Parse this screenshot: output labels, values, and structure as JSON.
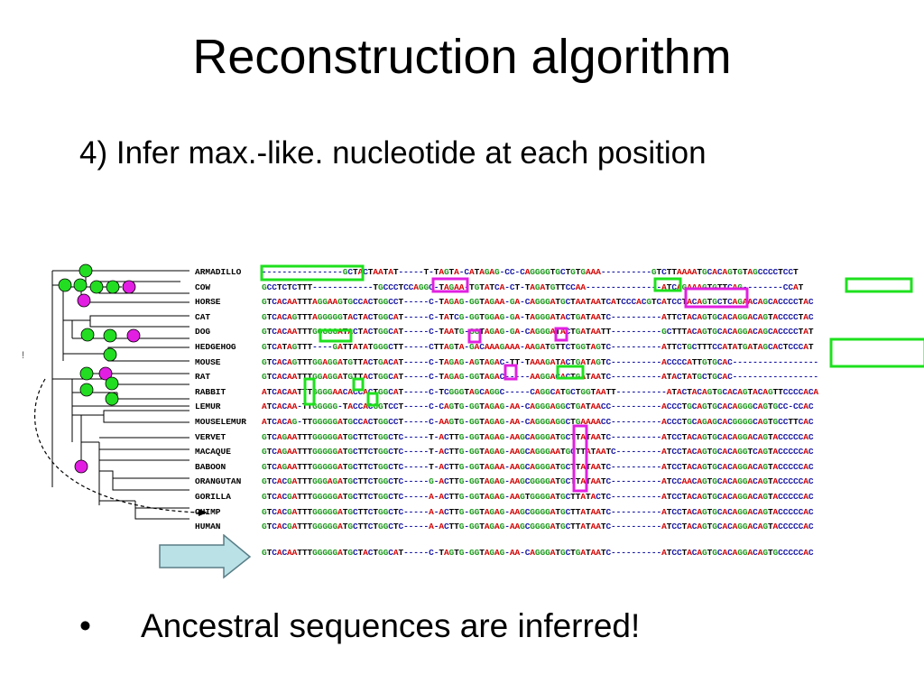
{
  "slide": {
    "title": "Reconstruction algorithm",
    "subtitle": "4) Infer max.-like. nucleotide at each position",
    "bullet_symbol": "•",
    "bullet_text": "Ancestral sequences are inferred!"
  },
  "alignment": {
    "rows": [
      {
        "name": "ARMADILLO",
        "seq": "----------------GCTACTAATAT-----T-TAGTA-CATAGAG-CC-CAGGGGTGCTGTGAAA----------GTCTTAAAATGCACAGTGTAGCCCCTCCT"
      },
      {
        "name": "COW",
        "seq": "GCCTCTCTTT------------TGCCCTCCAGGC-TAGAA-TGTATCA-CT-TAGATGTTCCAA---------------ATCAGAAAGTGTTCAG--------CCAT"
      },
      {
        "name": "HORSE",
        "seq": "GTCACAATTTAGGAAGTGCCACTGGCCT-----C-TAGAG-GGTAGAA-GA-CAGGGATGCTAATAATCATCCCACGTCATCCTACAGTGCTCAGAACAGCACCCCTAC"
      },
      {
        "name": "CAT",
        "seq": "GTCACAGTTTAGGGGGTACTACTGGCAT-----C-TATCG-GGTGGAG-GA-TAGGGATACTGATAATC----------ATTCTACAGTGCACAGGACAGTACCCCTAC"
      },
      {
        "name": "DOG",
        "seq": "GTCACAATTTGGGGGATACTACTGGCAT-----C-TAATG-GGTAGAG-GA-CAGGGATACTGATAATT----------GCTTTACAGTGCACAGGACAGCACCCCTAT"
      },
      {
        "name": "HEDGEHOG",
        "seq": "GTCATAGTTT----GATTATATGGGCTT-----CTTAGTA-GACAAAGAAA-AAGATGTTCTGGTAGTC----------ATTCTGCTTTCCATATGATAGCACTCCCAT"
      },
      {
        "name": "MOUSE",
        "seq": "GTCACAGTTTGGAGGATGTTACTGACAT-----C-TAGAG-AGTAGAC-TT-TAAAGATACTGATAGTC----------ACCCCATTGTGCAC-----------------"
      },
      {
        "name": "RAT",
        "seq": "GTCACAATTTGGAGGATGTTACTGGCAT-----C-TAGAG-GGTAGAC-----AAGGACACTGATAATC----------ATACTATGCTGCAC-----------------"
      },
      {
        "name": "RABBIT",
        "seq": "ATCACAATTTGGGGAACACCACTGGCAT-----C-TCGGGTAGCAGGC-----CAGGCATGCTGGTAATT----------ATACTACAGTGCACAGTACAGTTCCCCACA"
      },
      {
        "name": "LEMUR",
        "seq": "ATCACAA-TTGGGGG-TACCACGGTCCT-----C-CAGTG-GGTAGAG-AA-CAGGGAGGCTGATAACC----------ACCCTGCAGTGCACAGGGCAGTGCC-CCAC"
      },
      {
        "name": "MOUSELEMUR",
        "seq": "ATCACAG-TTGGGGGATGCCACTGGCCT-----C-AAGTG-GGTAGAG-AA-CAGGGAGGCTGAAAACC----------ACCCTGCAGAGCACGGGGCAGTGCCTTCAC"
      },
      {
        "name": "VERVET",
        "seq": "GTCAGAATTTGGGGGATGCTTCTGGCTC-----T-ACTTG-GGTAGAG-AAGCAGGGATGCTTATAATC----------ATCCTACAGTGCACAGGACAGTACCCCCAC"
      },
      {
        "name": "MACAQUE",
        "seq": "GTCAGAATTTGGGGGATGCTTCTGGCTC-----T-ACTTG-GGTAGAG-AAGCAGGGAATGCTTATAATC---------ATCCTACAGTGCACAGGTCAGTACCCCCAC"
      },
      {
        "name": "BABOON",
        "seq": "GTCAGAATTTGGGGGATGCTTCTGGCTC-----T-ACTTG-GGTAGAA-AAGCAGGGATGCTTATAATC----------ATCCTACAGTGCACAGGACAGTACCCCCAC"
      },
      {
        "name": "ORANGUTAN",
        "seq": "GTCACGATTTGGGAGATGCTTCTGGCTC-----G-ACTTG-GGTAGAG-AAGCGGGGATGCTTATAATC----------ATCCAACAGTGCACAGGACAGTACCCCCAC"
      },
      {
        "name": "GORILLA",
        "seq": "GTCACGATTTGGGGGATGCTTCTGGCTC-----A-ACTTG-GGTAGAG-AAGTGGGGATGCTTATACTC----------ATCCTACAGTGCACAGGACAGTACCCCCAC"
      },
      {
        "name": "CHIMP",
        "seq": "GTCACGATTTGGGGGATGCTTCTGGCTC-----A-ACTTG-GGTAGAG-AAGCGGGGATGCTTATAATC----------ATCCTACAGTGCACAGGACAGTACCCCCAC"
      },
      {
        "name": "HUMAN",
        "seq": "GTCACGATTTGGGGGATGCTTCTGGCTC-----A-ACTTG-GGTAGAG-AAGCGGGGATGCTTATAATC----------ATCCTACAGTGCACAGGACAGTACCCCCAC"
      }
    ],
    "ancestral_seq": "GTCACAATTTGGGGGATGCTACTGGCAT-----C-TAGTG-GGTAGAG-AA-CAGGGATGCTGATAATC----------ATCCTACAGTGCACAGGACAGTGCCCCCAC",
    "nucleotide_colors": {
      "A": "#d40000",
      "C": "#1a1aa6",
      "G": "#1f9b1f",
      "T": "#000000",
      "gap": "#1a1aa6"
    },
    "highlight_colors": {
      "substitution": "#1ee01e",
      "indel": "#e020e0"
    }
  },
  "tree": {
    "node_colors": {
      "green": "#22dd22",
      "magenta": "#e21ee2"
    }
  },
  "icons": {
    "arrow": "right-arrow-icon",
    "bullet": "bullet-dot"
  }
}
